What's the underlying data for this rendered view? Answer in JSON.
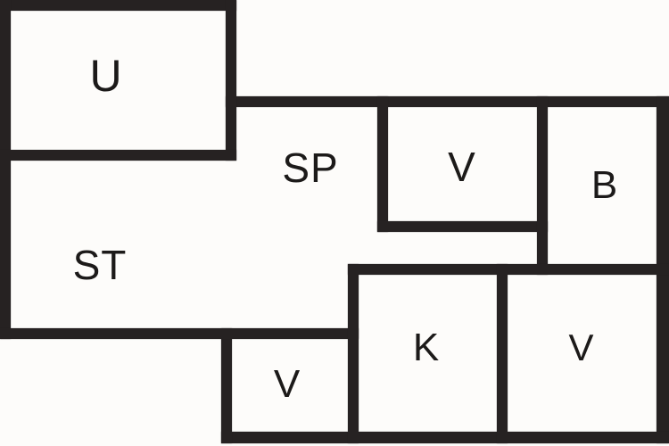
{
  "floorplan": {
    "type": "architectural-floor-plan",
    "rooms": [
      {
        "id": "u",
        "label": "U"
      },
      {
        "id": "sp",
        "label": "SP"
      },
      {
        "id": "v-top",
        "label": "V"
      },
      {
        "id": "b",
        "label": "B"
      },
      {
        "id": "st",
        "label": "ST"
      },
      {
        "id": "v-bottom-small",
        "label": "V"
      },
      {
        "id": "k",
        "label": "K"
      },
      {
        "id": "v-bottom-right",
        "label": "V"
      }
    ],
    "colors": {
      "wall": "#262222",
      "floor": "#fdfcfa",
      "label": "#1c1a19"
    }
  }
}
